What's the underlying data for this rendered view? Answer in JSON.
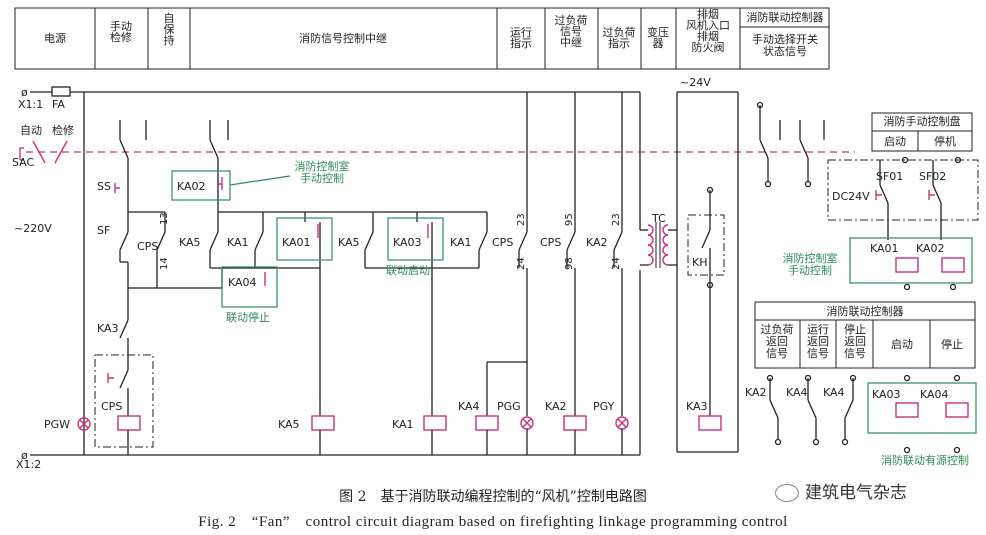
{
  "header": {
    "cells": [
      "电源",
      "手动\n检修",
      "自\n保\n持",
      "消防信号控制中继",
      "运行\n指示",
      "过负荷\n信号\n中继",
      "过负荷\n指示",
      "变压\n器",
      "排烟\n风机入口\n排烟\n防火阀",
      "消防联动控制器\n手动选择开关\n状态信号"
    ]
  },
  "labels": {
    "x11": "X1:1",
    "fa": "FA",
    "auto": "自动",
    "repair": "检修",
    "sac": "SAC",
    "v220": "~220V",
    "ss": "SS",
    "sf": "SF",
    "cps": "CPS",
    "ka3": "KA3",
    "pgw": "PGW",
    "x12": "X1:2",
    "ka02": "KA02",
    "ka5": "KA5",
    "ka1": "KA1",
    "ka01": "KA01",
    "ka03": "KA03",
    "ka04": "KA04",
    "ka2": "KA2",
    "ka4": "KA4",
    "pgg": "PGG",
    "pgy": "PGY",
    "tc": "TC",
    "kh": "KH",
    "v24": "~24V",
    "n13": "13",
    "n14": "14",
    "n23": "23",
    "n24": "24",
    "n95": "95",
    "n98": "98",
    "sf01": "SF01",
    "sf02": "SF02",
    "dc24v": "DC24V"
  },
  "green_notes": {
    "manual_room": "消防控制室\n手动控制",
    "linkage_start": "联动启动",
    "linkage_stop": "联动停止",
    "manual_room2": "消防控制室\n手动控制",
    "linkage_power": "消防联动有源控制"
  },
  "panel_manual": {
    "title": "消防手动控制盘",
    "start": "启动",
    "stop": "停机"
  },
  "panel_linkage": {
    "title": "消防联动控制器",
    "cols": [
      "过负荷\n返回\n信号",
      "运行\n返回\n信号",
      "停止\n返回\n信号",
      "启动",
      "停止"
    ]
  },
  "caption": {
    "cn": "图 2　基于消防联动编程控制的“风机”控制电路图",
    "en": "Fig. 2　“Fan”　control circuit diagram based on firefighting linkage programming control"
  },
  "watermark": "建筑电气杂志",
  "colors": {
    "magenta": "#c8327a",
    "green": "#2e8b57",
    "line": "#222222"
  }
}
